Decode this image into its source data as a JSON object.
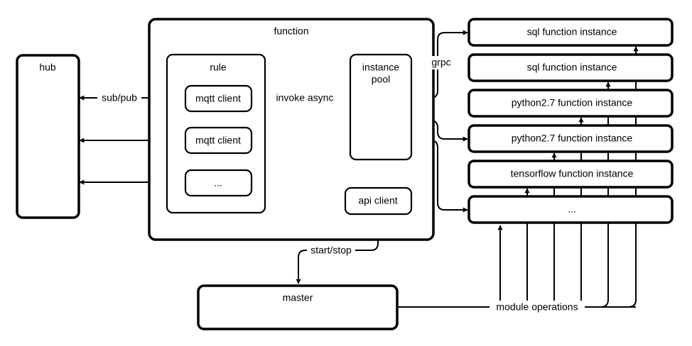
{
  "nodes": {
    "hub": "hub",
    "function": "function",
    "rule": "rule",
    "mqtt_client_1": "mqtt client",
    "mqtt_client_2": "mqtt client",
    "ellipsis_client": "...",
    "instance_pool_line1": "instance",
    "instance_pool_line2": "pool",
    "api_client": "api client",
    "master": "master",
    "instances": [
      "sql function instance",
      "sql function instance",
      "python2.7 function instance",
      "python2.7 function instance",
      "tensorflow function instance",
      "..."
    ]
  },
  "edges": {
    "sub_pub": "sub/pub",
    "invoke_async": "invoke async",
    "grpc": "grpc",
    "start_stop": "start/stop",
    "module_operations": "module operations"
  }
}
